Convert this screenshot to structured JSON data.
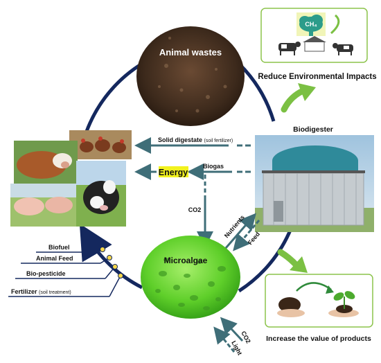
{
  "nodes": {
    "animal_wastes": "Animal wastes",
    "biodigester": "Biodigester",
    "energy": "Energy",
    "microalgae": "Microalgae",
    "ch4": "CH₄"
  },
  "flows": {
    "solid_digestate": "Solid digestate",
    "solid_digestate_note": "(soil fertilizer)",
    "biogas": "Biogas",
    "co2_down": "CO2",
    "nutrients": "Nutrients",
    "feed": "Feed",
    "co2_in": "CO2",
    "light_in": "Light"
  },
  "products": [
    {
      "label": "Biofuel",
      "note": ""
    },
    {
      "label": "Animal Feed",
      "note": ""
    },
    {
      "label": "Bio-pesticide",
      "note": ""
    },
    {
      "label": "Fertilizer",
      "note": "(soil treatment)"
    }
  ],
  "outcomes": {
    "reduce_impacts": "Reduce Environmental Impacts",
    "increase_value": "Increase the value of products"
  },
  "colors": {
    "cycle": "#14285e",
    "arrow_teal": "#3f6e78",
    "energy_highlight": "#f2f21e",
    "green_arrow": "#7bc043",
    "box_border": "#8bc34a",
    "algae": "#5fcf2a",
    "dot_yellow": "#f6d74a"
  }
}
